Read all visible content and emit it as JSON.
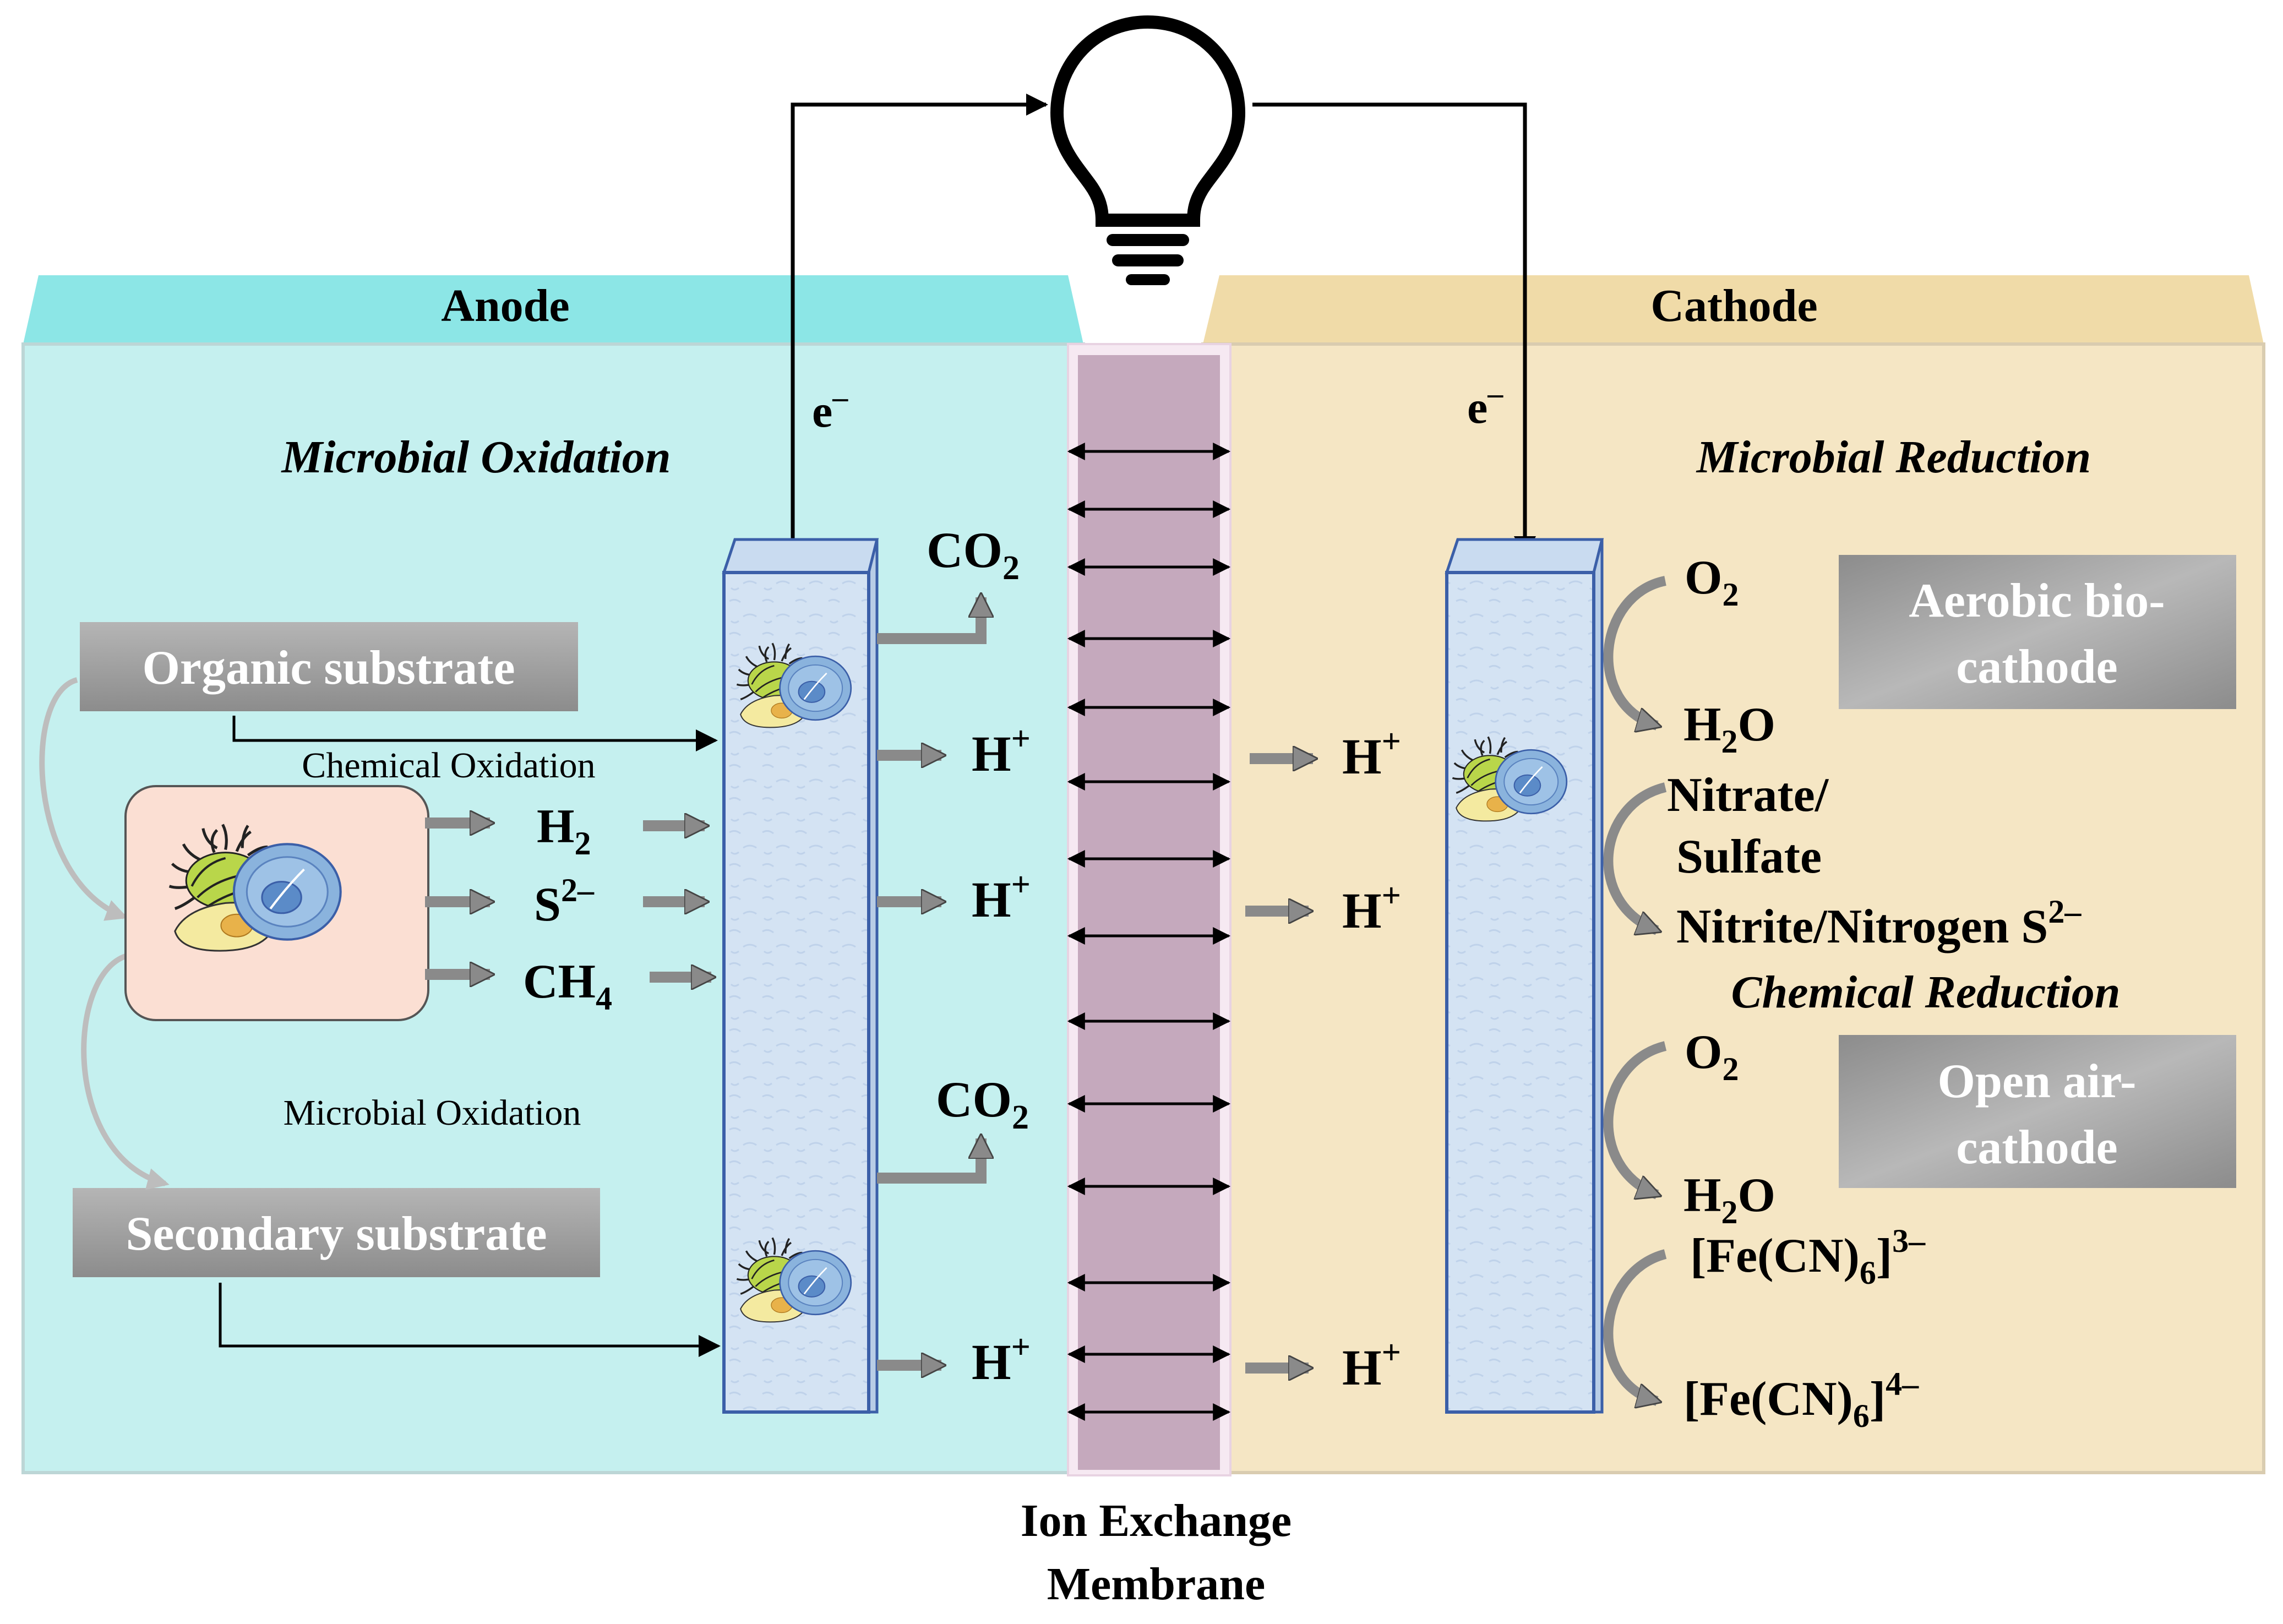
{
  "header": {
    "anode_title": "Anode",
    "cathode_title": "Cathode"
  },
  "anode": {
    "electron": "e",
    "electron_sup": "–",
    "process_title": "Microbial Oxidation",
    "organic_substrate": "Organic substrate",
    "secondary_substrate": "Secondary substrate",
    "chemical_oxidation": "Chemical Oxidation",
    "microbial_oxidation": "Microbial Oxidation",
    "products": {
      "h2_base": "H",
      "h2_sub": "2",
      "s_base": "S",
      "s_sup": "2–",
      "ch4_base": "CH",
      "ch4_sub": "4"
    },
    "co2_base": "CO",
    "co2_sub": "2",
    "hplus_base": "H",
    "hplus_sup": "+"
  },
  "cathode": {
    "electron": "e",
    "electron_sup": "–",
    "process_title": "Microbial Reduction",
    "chemical_reduction": "Chemical Reduction",
    "aerobic_line1": "Aerobic bio-",
    "aerobic_line2": "cathode",
    "openair_line1": "Open air-",
    "openair_line2": "cathode",
    "o2_base": "O",
    "o2_sub": "2",
    "h2o_base_h": "H",
    "h2o_sub": "2",
    "h2o_o": "O",
    "nitrate": "Nitrate/",
    "sulfate": "Sulfate",
    "nitrite": "Nitrite/Nitrogen S",
    "nitrite_sup": "2–",
    "ferri_base": "[Fe(CN)",
    "ferri_sub": "6",
    "ferri_close": "]",
    "ferri_sup": "3–",
    "ferro_base": "[Fe(CN)",
    "ferro_sub": "6",
    "ferro_close": "]",
    "ferro_sup": "4–",
    "hplus_base": "H",
    "hplus_sup": "+"
  },
  "membrane": {
    "line1": "Ion Exchange",
    "line2": "Membrane"
  },
  "icons": [
    "lightbulb-icon",
    "microbe-icon"
  ],
  "colors": {
    "anode_fill": "#c5f0ef",
    "anode_header": "#8ce6e6",
    "cathode_fill": "#f5e6c4",
    "cathode_header": "#f0dba8",
    "membrane": "#c5a9bd",
    "electrode": "#d4e4f3",
    "electrode_edge": "#3b5fa8",
    "gray_box": "#9a9a9a",
    "substrate_cell": "#fbdfd3",
    "arrow_gray": "#808080"
  }
}
